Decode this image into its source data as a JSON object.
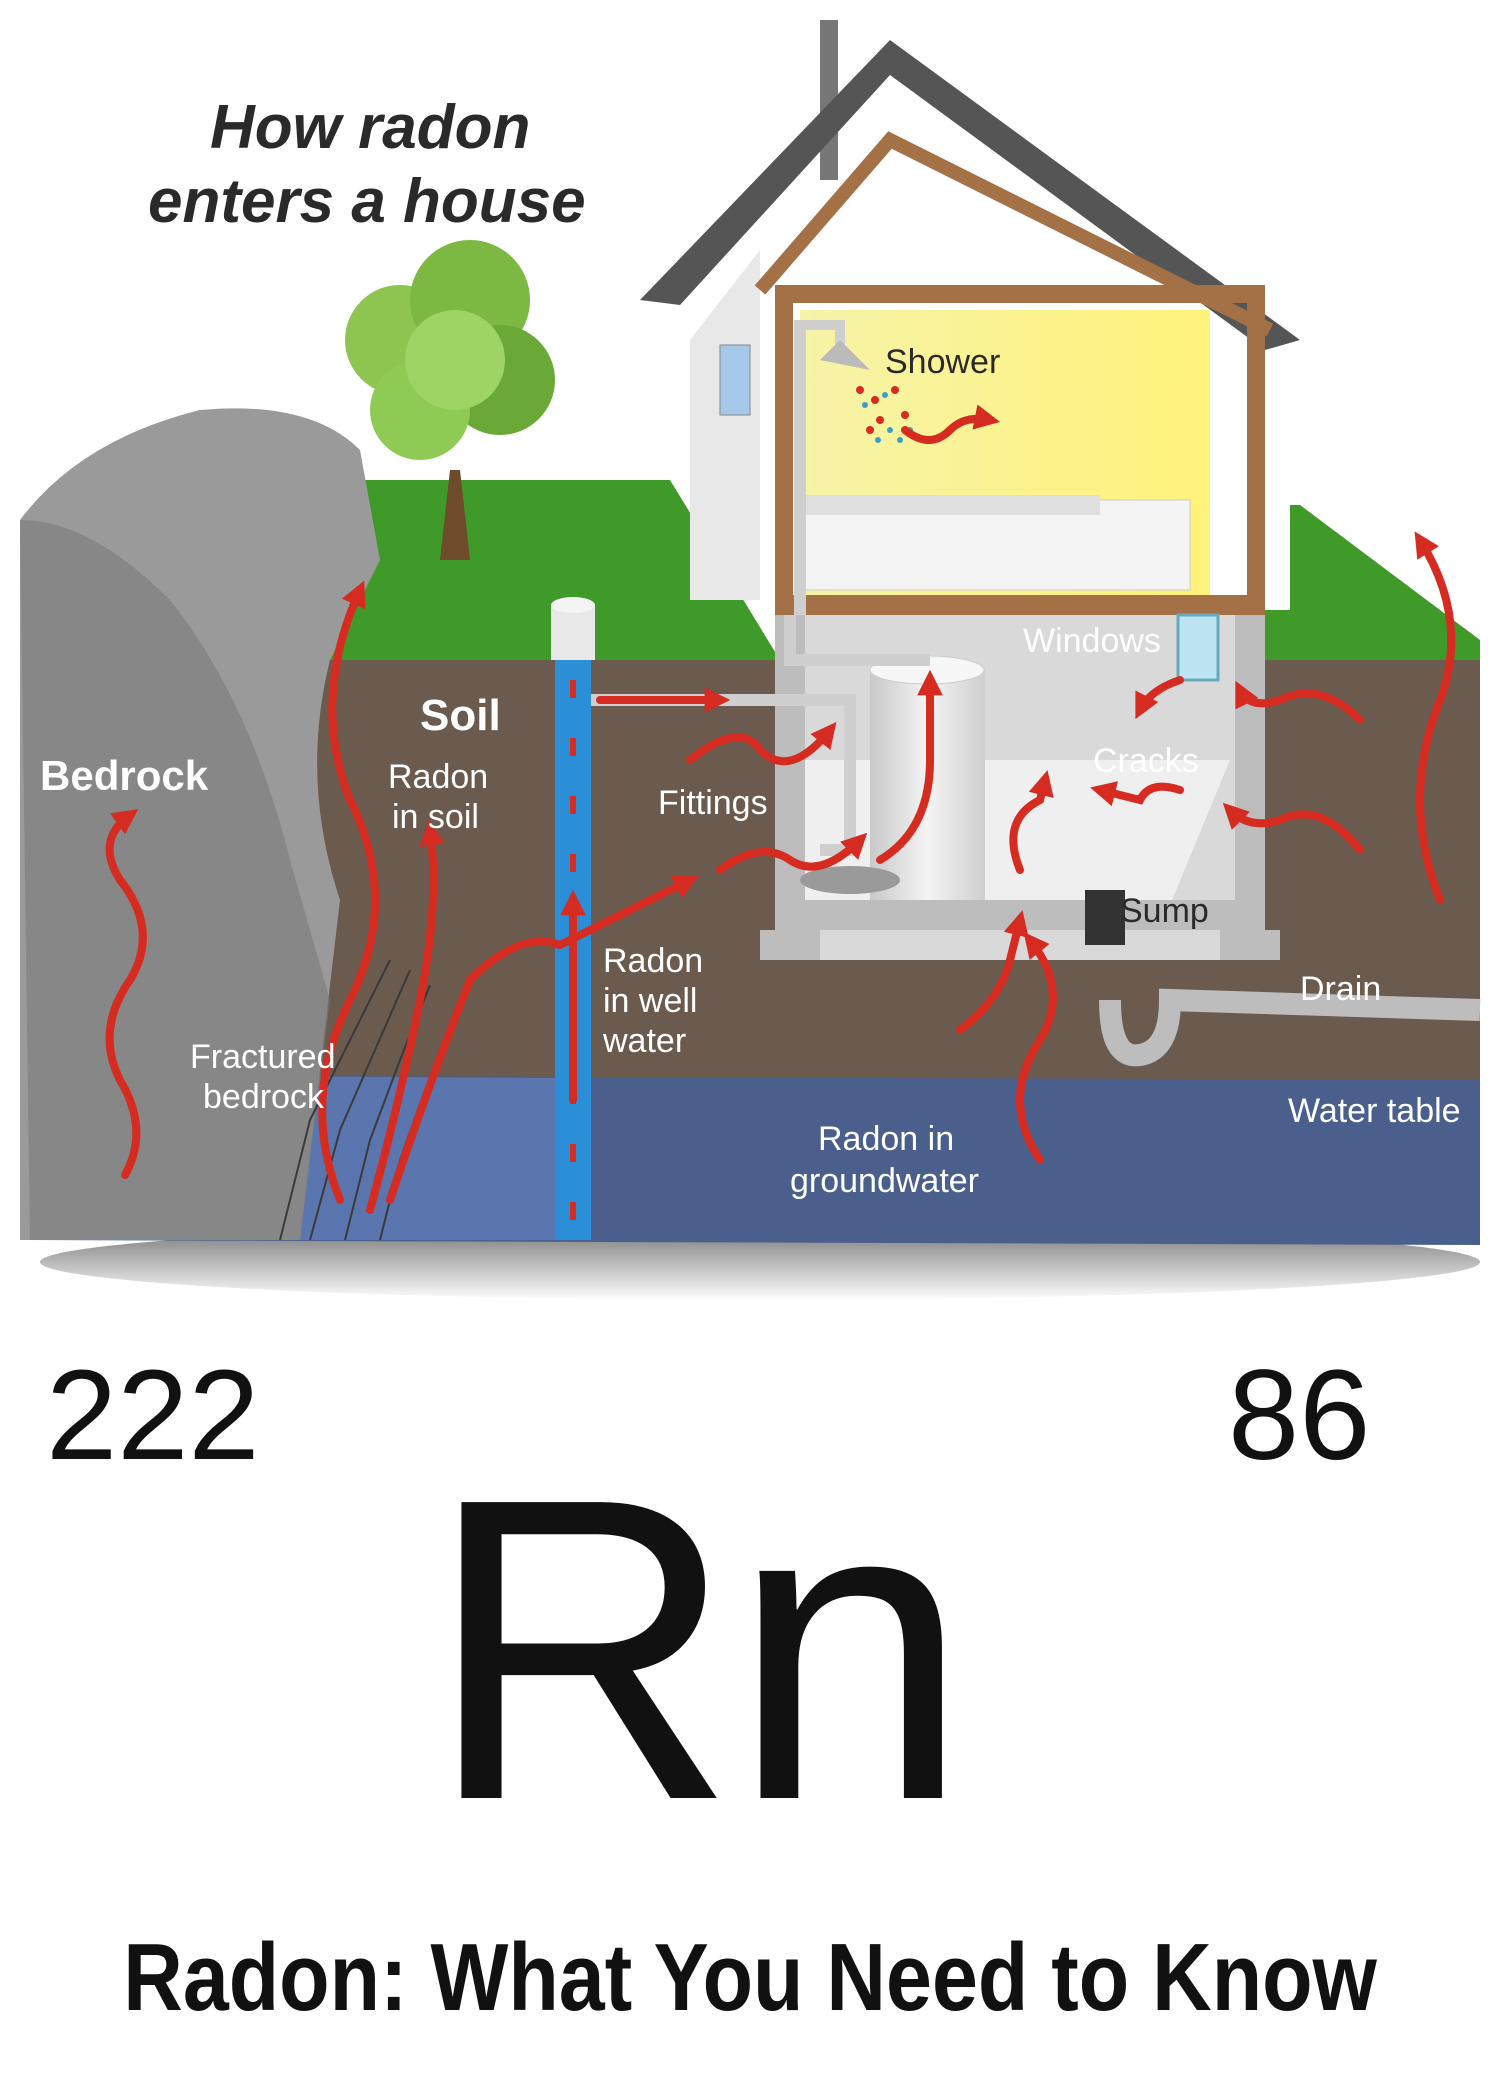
{
  "diagram": {
    "title_line1": "How radon",
    "title_line2": "enters a house",
    "labels": {
      "bedrock": "Bedrock",
      "soil": "Soil",
      "radon_in_soil_1": "Radon",
      "radon_in_soil_2": "in soil",
      "fractured_1": "Fractured",
      "fractured_2": "bedrock",
      "fittings": "Fittings",
      "radon_well_1": "Radon",
      "radon_well_2": "in well",
      "radon_well_3": "water",
      "shower": "Shower",
      "windows": "Windows",
      "cracks": "Cracks",
      "sump": "Sump",
      "drain": "Drain",
      "water_table": "Water table",
      "groundwater_1": "Radon in",
      "groundwater_2": "groundwater"
    },
    "colors": {
      "radon_arrow": "#d62b20",
      "soil": "#6b5a4e",
      "groundwater": "#4a5f8c",
      "grass": "#3f9a2a",
      "bedrock": "#9a9a9a",
      "well_water": "#2a8fd6"
    }
  },
  "element": {
    "mass_number": "222",
    "atomic_number": "86",
    "symbol": "Rn"
  },
  "footer": {
    "title": "Radon: What You Need to Know"
  }
}
